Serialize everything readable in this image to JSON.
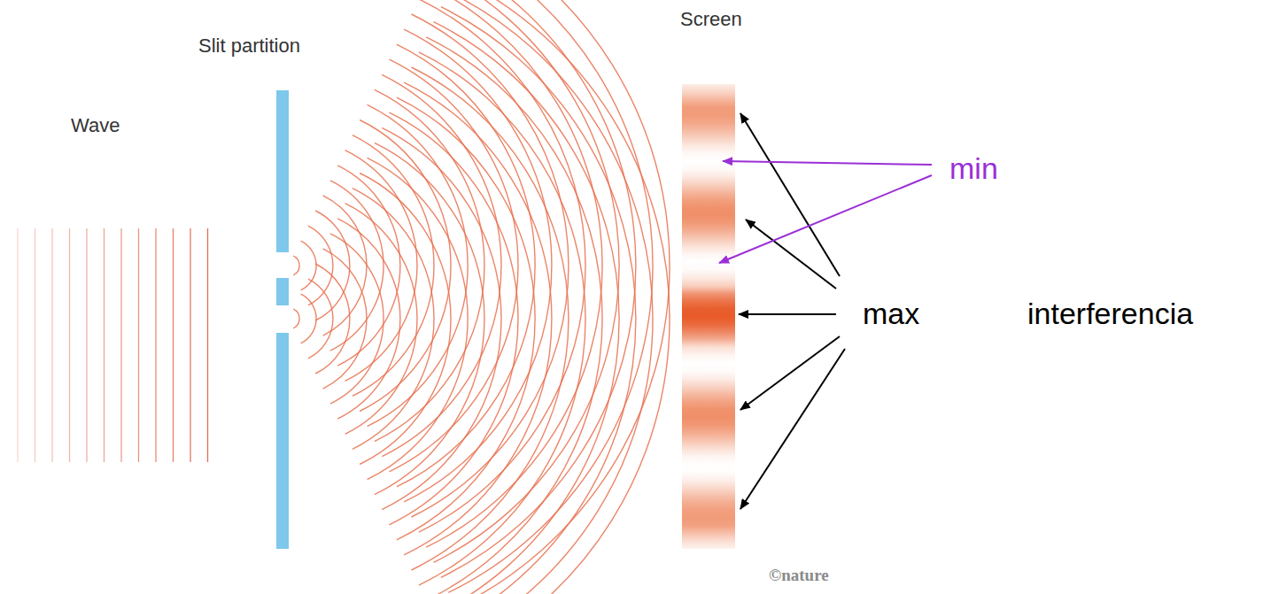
{
  "diagram": {
    "labels": [
      "Wave",
      "Slit partition",
      "Screen",
      "min",
      "max",
      "interferencia",
      "©nature"
    ]
  }
}
